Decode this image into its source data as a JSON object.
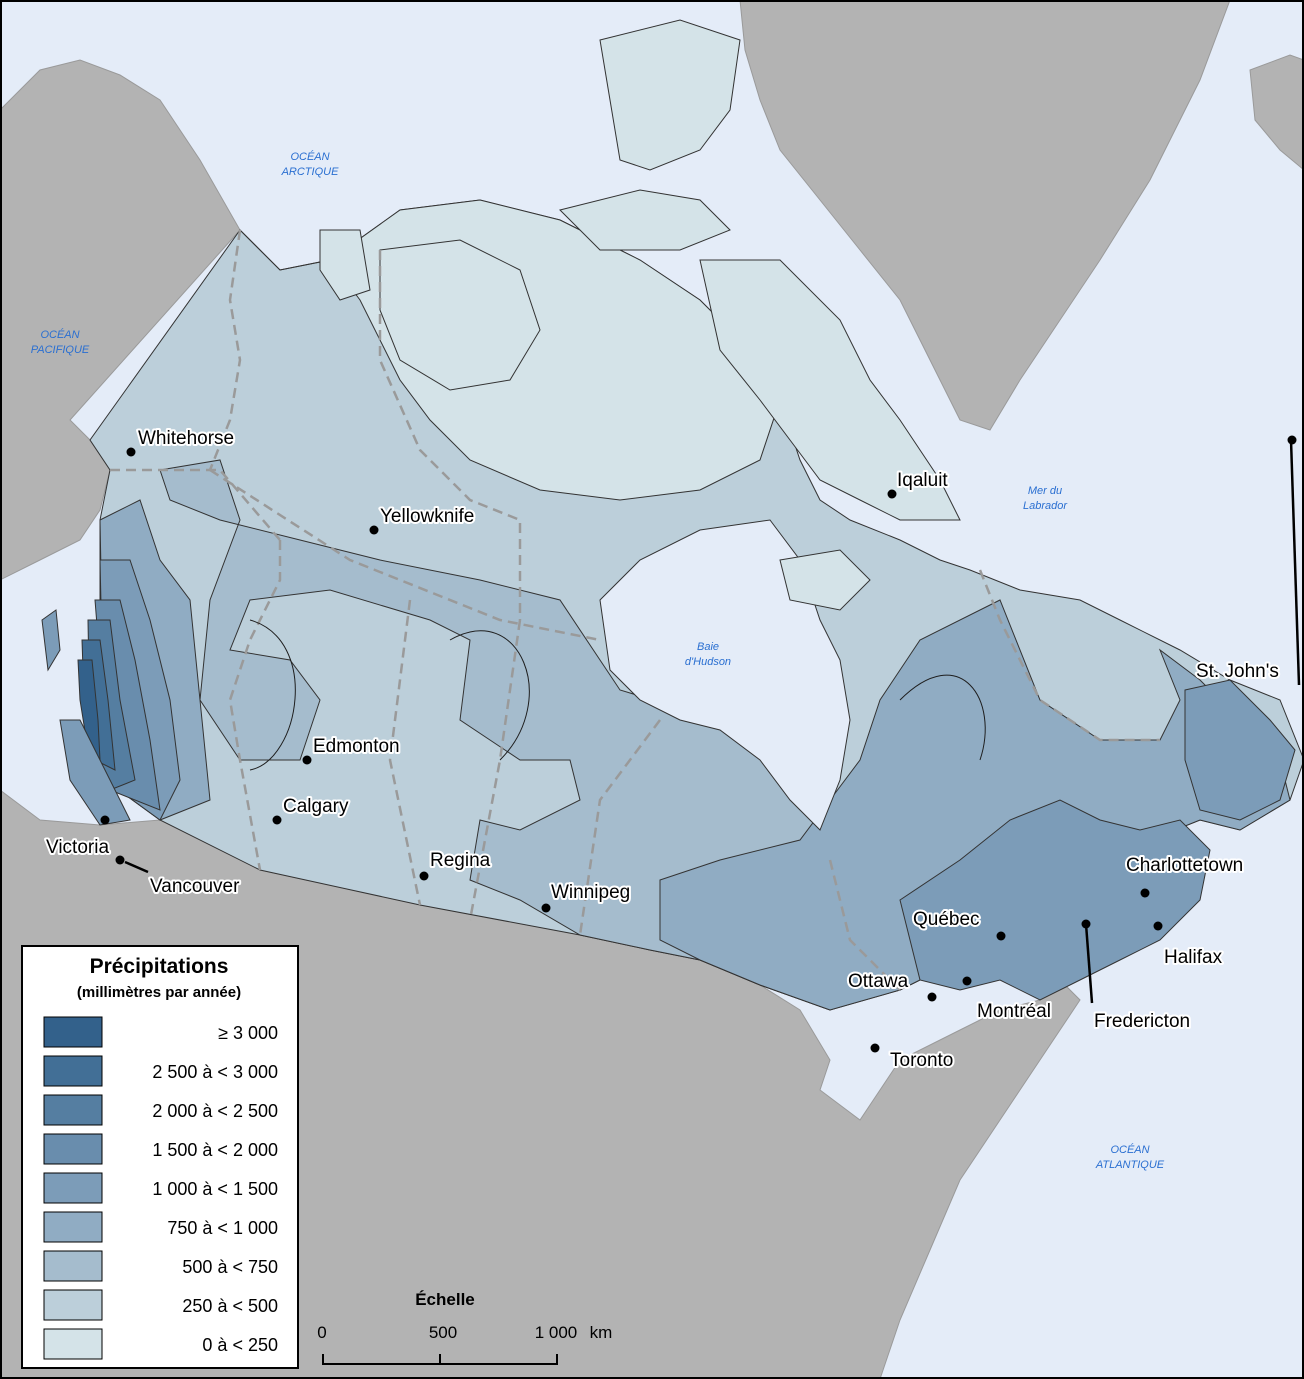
{
  "map": {
    "colors": {
      "ocean": "#e4ecf8",
      "land_other": "#b3b3b3",
      "canada_outline": "#333333",
      "water_label": "#2a6fd1"
    },
    "water_labels": [
      {
        "lines": [
          "OCÉAN",
          "ARCTIQUE"
        ]
      },
      {
        "lines": [
          "OCÉAN",
          "PACIFIQUE"
        ]
      },
      {
        "lines": [
          "Mer du",
          "Labrador"
        ]
      },
      {
        "lines": [
          "Baie",
          "d'Hudson"
        ]
      },
      {
        "lines": [
          "OCÉAN",
          "ATLANTIQUE"
        ]
      }
    ],
    "cities": [
      {
        "name": "Whitehorse"
      },
      {
        "name": "Yellowknife"
      },
      {
        "name": "Iqaluit"
      },
      {
        "name": "Edmonton"
      },
      {
        "name": "Calgary"
      },
      {
        "name": "Victoria"
      },
      {
        "name": "Vancouver"
      },
      {
        "name": "Regina"
      },
      {
        "name": "Winnipeg"
      },
      {
        "name": "St. John's"
      },
      {
        "name": "Charlottetown"
      },
      {
        "name": "Québec"
      },
      {
        "name": "Halifax"
      },
      {
        "name": "Ottawa"
      },
      {
        "name": "Montréal"
      },
      {
        "name": "Fredericton"
      },
      {
        "name": "Toronto"
      }
    ]
  },
  "legend": {
    "title": "Précipitations",
    "subtitle": "(millimètres par année)",
    "classes": [
      {
        "label": "≥ 3 000",
        "color": "#33618b"
      },
      {
        "label": "2 500 à < 3 000",
        "color": "#426f96"
      },
      {
        "label": "2 000 à < 2 500",
        "color": "#557ea1"
      },
      {
        "label": "1 500 à < 2 000",
        "color": "#698dad"
      },
      {
        "label": "1 000 à < 1 500",
        "color": "#7c9cb8"
      },
      {
        "label": "750 à < 1 000",
        "color": "#90acc3"
      },
      {
        "label": "500 à < 750",
        "color": "#a5bccd"
      },
      {
        "label": "250 à < 500",
        "color": "#bccfda"
      },
      {
        "label": "0 à < 250",
        "color": "#d4e3e8"
      }
    ]
  },
  "scale": {
    "title": "Échelle",
    "ticks": [
      "0",
      "500",
      "1 000"
    ],
    "unit": "km"
  }
}
